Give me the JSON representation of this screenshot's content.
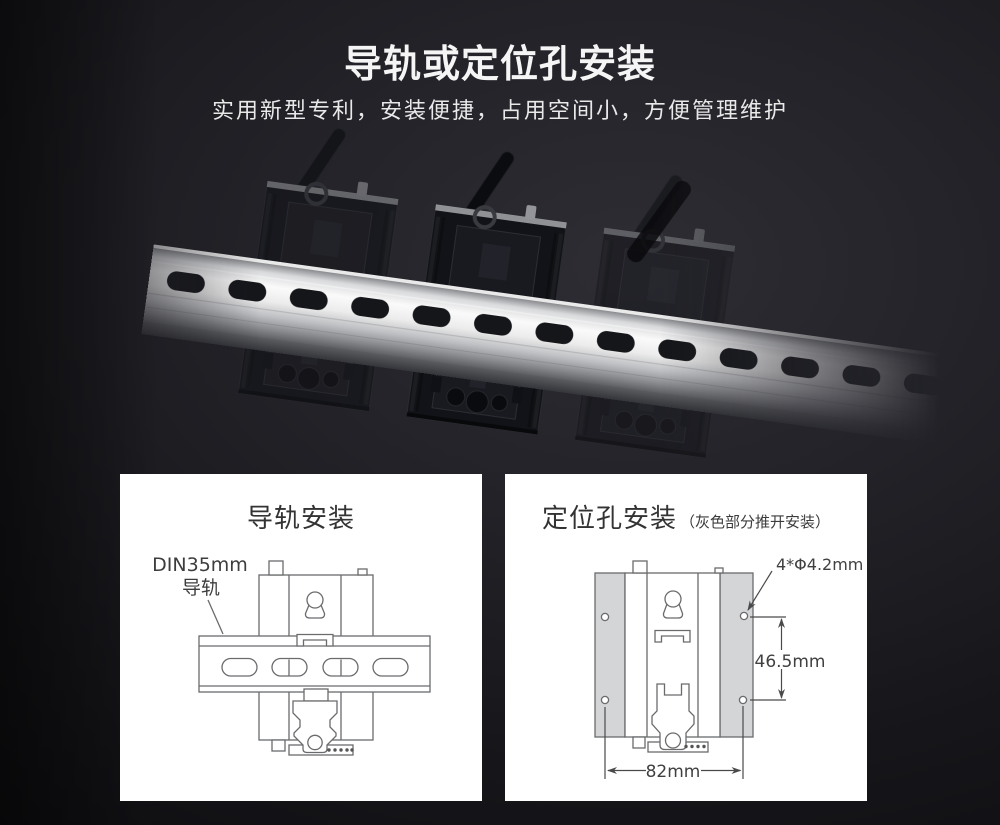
{
  "header": {
    "title": "导轨或定位孔安装",
    "subtitle": "实用新型专利，安装便捷，占用空间小，方便管理维护"
  },
  "panels": {
    "rail_install": {
      "title": "导轨安装",
      "rail_label_line1": "DIN35mm",
      "rail_label_line2": "导轨"
    },
    "hole_install": {
      "title": "定位孔安装",
      "title_note": "（灰色部分推开安装）",
      "dim_hole": "4*Φ4.2mm",
      "dim_vertical": "46.5mm",
      "dim_horizontal": "82mm"
    }
  },
  "colors": {
    "page_background_dark": "#17171b",
    "panel_background": "#ffffff",
    "heading_text": "#f5f5f5",
    "panel_title_text": "#333333",
    "diagram_line": "#6a6b6d",
    "diagram_gray_fill": "#d4d5d7",
    "dimension_text": "#404040",
    "rail_metal_bright": "#fafafa",
    "device_body_dark": "#121318"
  }
}
